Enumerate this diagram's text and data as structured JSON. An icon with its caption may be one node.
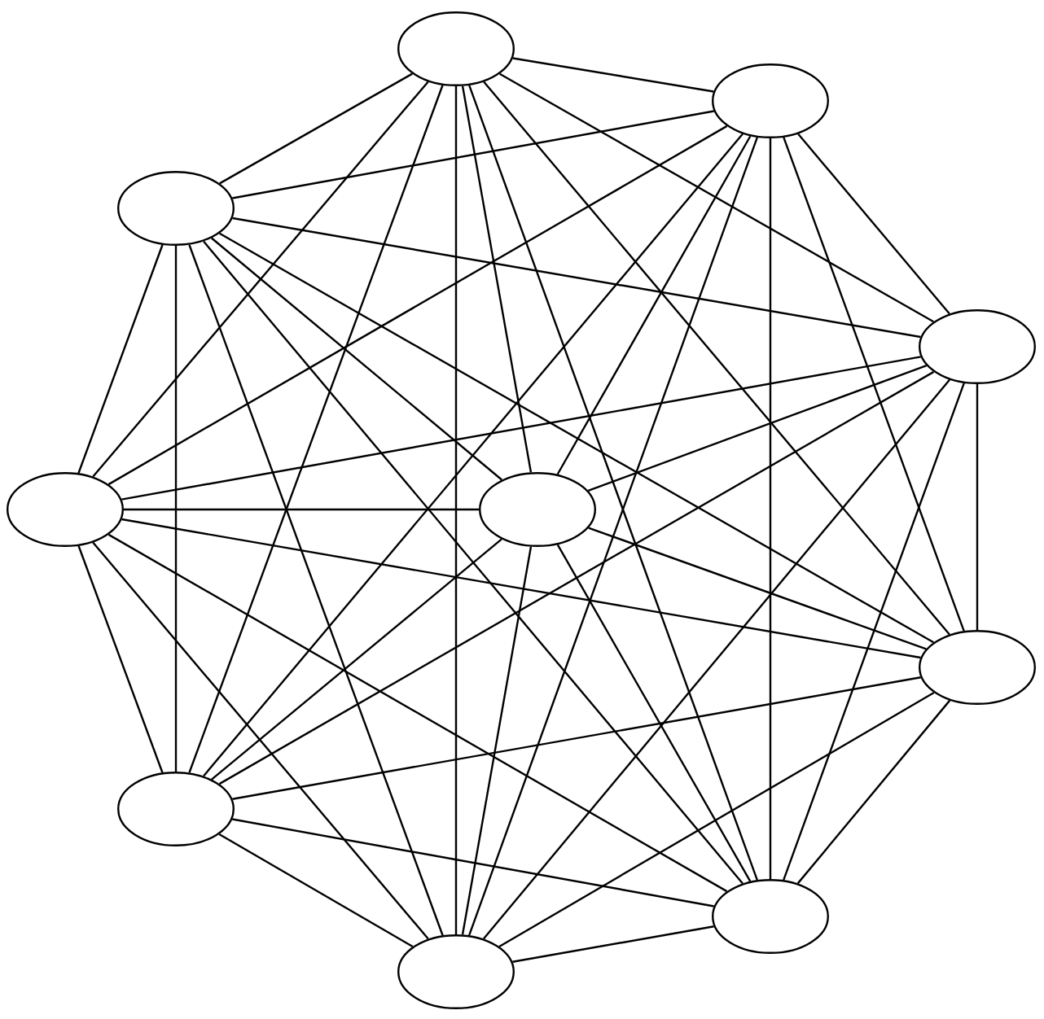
{
  "diagram": {
    "nodes": [
      {
        "text": [],
        "shape": "ellipse"
      },
      {
        "text": [],
        "shape": "ellipse"
      },
      {
        "text": [],
        "shape": "ellipse"
      },
      {
        "text": [],
        "shape": "ellipse"
      },
      {
        "text": [],
        "shape": "ellipse"
      },
      {
        "text": [],
        "shape": "ellipse"
      },
      {
        "text": [],
        "shape": "ellipse"
      },
      {
        "text": [],
        "shape": "ellipse"
      },
      {
        "text": [],
        "shape": "ellipse"
      },
      {
        "text": [],
        "shape": "ellipse"
      }
    ],
    "edges": [
      {
        "from": 0,
        "to": 1,
        "arrow": "none"
      },
      {
        "from": 0,
        "to": 2,
        "arrow": "none"
      },
      {
        "from": 0,
        "to": 3,
        "arrow": "none"
      },
      {
        "from": 0,
        "to": 4,
        "arrow": "none"
      },
      {
        "from": 0,
        "to": 5,
        "arrow": "none"
      },
      {
        "from": 0,
        "to": 6,
        "arrow": "none"
      },
      {
        "from": 0,
        "to": 7,
        "arrow": "none"
      },
      {
        "from": 0,
        "to": 8,
        "arrow": "none"
      },
      {
        "from": 0,
        "to": 9,
        "arrow": "none"
      },
      {
        "from": 1,
        "to": 2,
        "arrow": "none"
      },
      {
        "from": 1,
        "to": 3,
        "arrow": "none"
      },
      {
        "from": 1,
        "to": 4,
        "arrow": "none"
      },
      {
        "from": 1,
        "to": 5,
        "arrow": "none"
      },
      {
        "from": 1,
        "to": 6,
        "arrow": "none"
      },
      {
        "from": 1,
        "to": 7,
        "arrow": "none"
      },
      {
        "from": 1,
        "to": 8,
        "arrow": "none"
      },
      {
        "from": 1,
        "to": 9,
        "arrow": "none"
      },
      {
        "from": 2,
        "to": 3,
        "arrow": "none"
      },
      {
        "from": 2,
        "to": 4,
        "arrow": "none"
      },
      {
        "from": 2,
        "to": 5,
        "arrow": "none"
      },
      {
        "from": 2,
        "to": 6,
        "arrow": "none"
      },
      {
        "from": 2,
        "to": 7,
        "arrow": "none"
      },
      {
        "from": 2,
        "to": 8,
        "arrow": "none"
      },
      {
        "from": 2,
        "to": 9,
        "arrow": "none"
      },
      {
        "from": 3,
        "to": 4,
        "arrow": "none"
      },
      {
        "from": 3,
        "to": 5,
        "arrow": "none"
      },
      {
        "from": 3,
        "to": 6,
        "arrow": "none"
      },
      {
        "from": 3,
        "to": 7,
        "arrow": "none"
      },
      {
        "from": 3,
        "to": 8,
        "arrow": "none"
      },
      {
        "from": 3,
        "to": 9,
        "arrow": "none"
      },
      {
        "from": 4,
        "to": 5,
        "arrow": "none"
      },
      {
        "from": 4,
        "to": 6,
        "arrow": "none"
      },
      {
        "from": 4,
        "to": 7,
        "arrow": "none"
      },
      {
        "from": 4,
        "to": 8,
        "arrow": "none"
      },
      {
        "from": 4,
        "to": 9,
        "arrow": "none"
      },
      {
        "from": 5,
        "to": 6,
        "arrow": "none"
      },
      {
        "from": 5,
        "to": 7,
        "arrow": "none"
      },
      {
        "from": 5,
        "to": 8,
        "arrow": "none"
      },
      {
        "from": 5,
        "to": 9,
        "arrow": "none"
      },
      {
        "from": 6,
        "to": 7,
        "arrow": "none"
      },
      {
        "from": 6,
        "to": 8,
        "arrow": "none"
      },
      {
        "from": 6,
        "to": 9,
        "arrow": "none"
      },
      {
        "from": 7,
        "to": 8,
        "arrow": "none"
      },
      {
        "from": 7,
        "to": 9,
        "arrow": "none"
      },
      {
        "from": 8,
        "to": 9,
        "arrow": "none"
      }
    ]
  }
}
